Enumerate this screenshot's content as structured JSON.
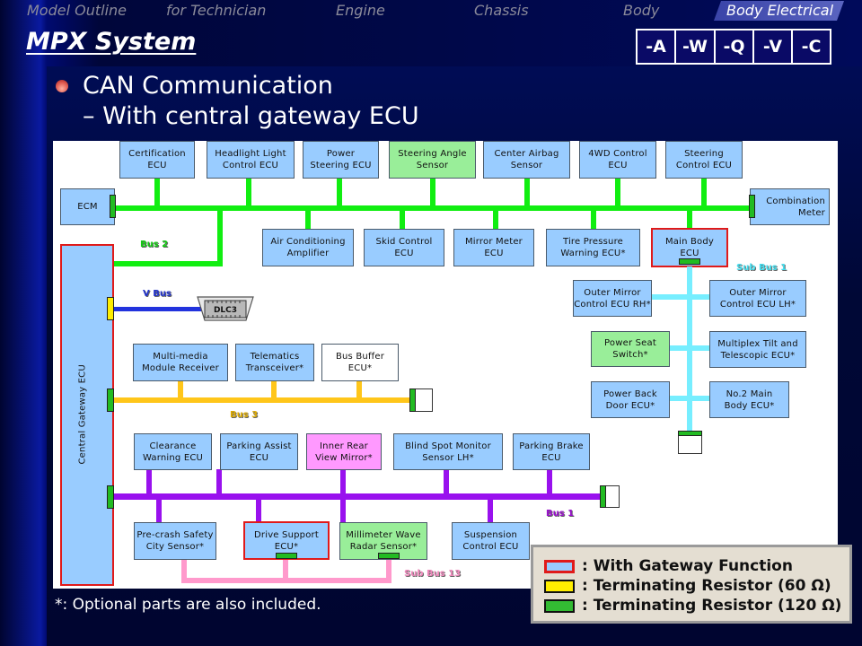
{
  "nav": {
    "items": [
      {
        "label": "Model Outline",
        "active": false
      },
      {
        "label": "for Technician",
        "active": false
      },
      {
        "label": "Engine",
        "active": false
      },
      {
        "label": "Chassis",
        "active": false
      },
      {
        "label": "Body",
        "active": false
      },
      {
        "label": "Body Electrical",
        "active": true
      }
    ]
  },
  "page_title": "MPX System",
  "model_codes": [
    "-A",
    "-W",
    "-Q",
    "-V",
    "-C"
  ],
  "heading": {
    "line1": "CAN Communication",
    "line2": "– With central gateway ECU"
  },
  "diagram": {
    "gateway": {
      "label": "Central Gateway ECU"
    },
    "bus2": {
      "label": "Bus 2",
      "color": "#11ee11",
      "top_nodes": [
        {
          "label": "Certification\nECU",
          "type": "normal"
        },
        {
          "label": "Headlight Light\nControl ECU",
          "type": "normal"
        },
        {
          "label": "Power\nSteering ECU",
          "type": "normal"
        },
        {
          "label": "Steering Angle\nSensor",
          "type": "green"
        },
        {
          "label": "Center Airbag\nSensor",
          "type": "normal"
        },
        {
          "label": "4WD Control\nECU",
          "type": "normal"
        },
        {
          "label": "Steering\nControl ECU",
          "type": "normal"
        }
      ],
      "bottom_nodes": [
        {
          "label": "Air Conditioning\nAmplifier",
          "type": "normal"
        },
        {
          "label": "Skid Control\nECU",
          "type": "normal"
        },
        {
          "label": "Mirror Meter\nECU",
          "type": "normal"
        },
        {
          "label": "Tire Pressure\nWarning ECU*",
          "type": "normal"
        },
        {
          "label": "Main Body\nECU",
          "type": "gateway"
        }
      ],
      "left_end": {
        "label": "ECM"
      },
      "right_end": {
        "label": "Combination\nMeter"
      }
    },
    "sub_bus1": {
      "label": "Sub Bus 1",
      "color": "#77eeff",
      "left_nodes": [
        {
          "label": "Outer Mirror\nControl ECU RH*",
          "type": "normal"
        },
        {
          "label": "Power Seat\nSwitch*",
          "type": "green"
        },
        {
          "label": "Power Back\nDoor ECU*",
          "type": "normal"
        }
      ],
      "right_nodes": [
        {
          "label": "Outer Mirror\nControl ECU LH*",
          "type": "normal"
        },
        {
          "label": "Multiplex Tilt and\nTelescopic ECU*",
          "type": "normal"
        },
        {
          "label": "No.2 Main\nBody ECU*",
          "type": "normal"
        }
      ]
    },
    "vbus": {
      "label": "V Bus",
      "color": "#2233dd",
      "connector": "DLC3"
    },
    "bus3": {
      "label": "Bus 3",
      "color": "#ffc61a",
      "nodes": [
        {
          "label": "Multi-media\nModule Receiver",
          "type": "normal"
        },
        {
          "label": "Telematics\nTransceiver*",
          "type": "normal"
        },
        {
          "label": "Bus Buffer\nECU*",
          "type": "white"
        }
      ]
    },
    "bus1": {
      "label": "Bus 1",
      "color": "#9911ee",
      "top_nodes": [
        {
          "label": "Clearance\nWarning ECU",
          "type": "normal"
        },
        {
          "label": "Parking Assist\nECU",
          "type": "normal"
        },
        {
          "label": "Inner Rear\nView Mirror*",
          "type": "pink"
        },
        {
          "label": "Blind Spot Monitor\nSensor LH*",
          "type": "normal"
        },
        {
          "label": "Parking Brake\nECU",
          "type": "normal"
        }
      ],
      "bottom_nodes": [
        {
          "label": "Pre-crash Safety\nCity Sensor*",
          "type": "normal"
        },
        {
          "label": "Drive Support\nECU*",
          "type": "gateway"
        },
        {
          "label": "Millimeter Wave\nRadar Sensor*",
          "type": "green"
        },
        {
          "label": "Suspension\nControl ECU",
          "type": "normal"
        }
      ]
    },
    "sub_bus13": {
      "label": "Sub Bus 13",
      "color": "#ff99cc"
    }
  },
  "legend": [
    {
      "label": ": With Gateway Function",
      "swatch": "gateway"
    },
    {
      "label": ": Terminating Resistor (60 Ω)",
      "swatch": "t60"
    },
    {
      "label": ": Terminating Resistor (120 Ω)",
      "swatch": "t120"
    }
  ],
  "footnote": "*: Optional parts are also included.",
  "colors": {
    "node_fill": "#99ccff",
    "node_green": "#99ee99",
    "node_pink": "#ff99ff",
    "gateway_border": "#e01a1a",
    "term_120": "#22bb22",
    "term_60": "#ffee00"
  }
}
